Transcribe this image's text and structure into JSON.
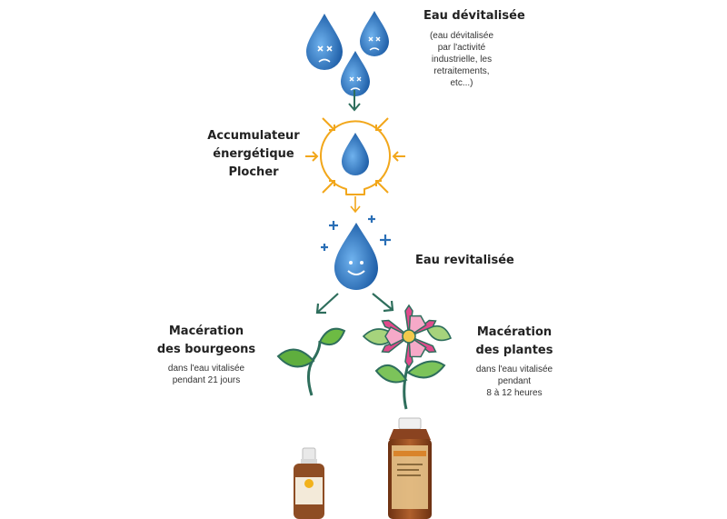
{
  "devitalized": {
    "title": "Eau dévitalisée",
    "note_lines": [
      "(eau dévitalisée",
      "par l'activité",
      "industrielle, les",
      "retraitements,",
      "etc...)"
    ]
  },
  "accumulator": {
    "title_lines": [
      "Accumulateur",
      "énergétique",
      "Plocher"
    ]
  },
  "revitalized": {
    "title": "Eau revitalisée"
  },
  "bud_maceration": {
    "title_lines": [
      "Macération",
      "des bourgeons"
    ],
    "note_lines": [
      "dans l'eau vitalisée",
      "pendant 21 jours"
    ]
  },
  "plant_maceration": {
    "title_lines": [
      "Macération",
      "des plantes"
    ],
    "note_lines": [
      "dans l'eau vitalisée",
      "pendant",
      "8 à 12 heures"
    ]
  },
  "colors": {
    "drop_blue": "#2a6fb6",
    "drop_blue_light": "#4a90d9",
    "accumulator_orange": "#f2a71b",
    "arrow_green": "#2e6e5c",
    "leaf_green": "#5fae3e",
    "flower_pink": "#e04a8c",
    "bottle_amber": "#9a4a20"
  }
}
